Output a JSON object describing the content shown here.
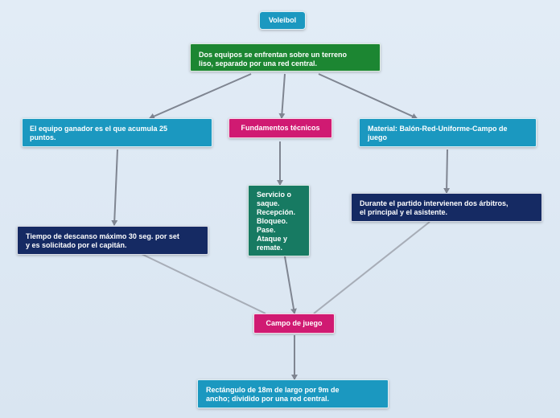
{
  "colors": {
    "background": "#dde8f3",
    "blue": "#1b98c0",
    "green": "#1c8632",
    "pink": "#d01a72",
    "navy": "#152a63",
    "teal": "#177a62",
    "connector_dark": "#7f8591",
    "connector_light": "#a7adb7"
  },
  "nodes": {
    "root": "Voleibol",
    "definition": "Dos equipos se enfrentan sobre un terreno\nliso, separado por una red central.",
    "winner": "El equipo ganador es el que acumula 25\npuntos.",
    "fundamentals": "Fundamentos técnicos",
    "material": "Material: Balón-Red-Uniforme-Campo de\njuego",
    "fundamentals_list": "Servicio o\nsaque.\nRecepción.\nBloqueo.\nPase.\nAtaque y\nremate.",
    "referees": "Durante el partido intervienen dos árbitros,\nel principal y el asistente.",
    "timeout": "Tiempo de descanso máximo 30 seg. por set\ny es solicitado por el capitán.",
    "field": "Campo de juego",
    "field_desc": "Rectángulo de 18m de largo por 9m de\nancho; dividido por una red central."
  }
}
